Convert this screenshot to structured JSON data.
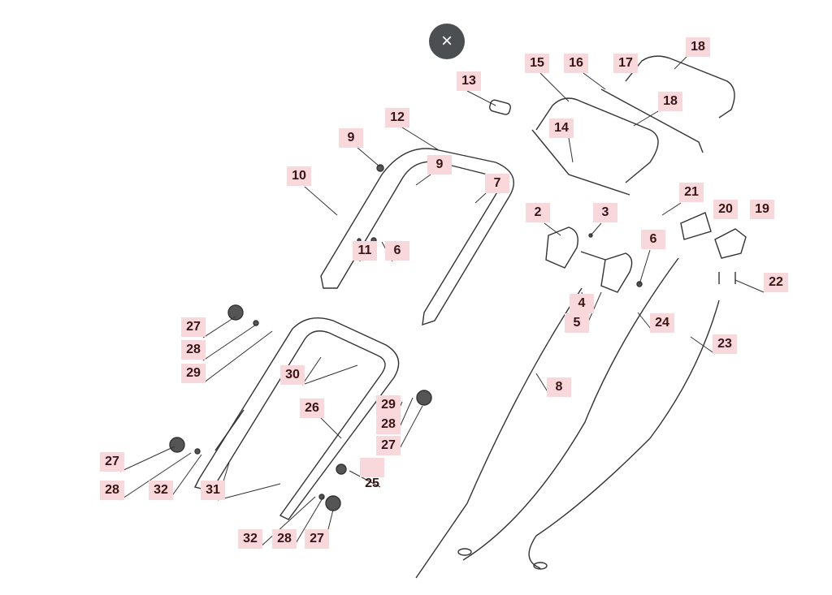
{
  "close_button": {
    "icon": "close-icon",
    "glyph": "×"
  },
  "diagram": {
    "labels": [
      "18",
      "15",
      "16",
      "17",
      "13",
      "18",
      "12",
      "14",
      "9",
      "9",
      "10",
      "7",
      "21",
      "2",
      "3",
      "20",
      "19",
      "6",
      "11",
      "6",
      "22",
      "4",
      "5",
      "24",
      "27",
      "23",
      "28",
      "29",
      "30",
      "8",
      "26",
      "29",
      "28",
      "27",
      "27",
      "25",
      "28",
      "32",
      "31",
      "32",
      "28",
      "27"
    ]
  },
  "colors": {
    "label_bg": "#f8d8db",
    "close_bg": "#4b4f52"
  }
}
